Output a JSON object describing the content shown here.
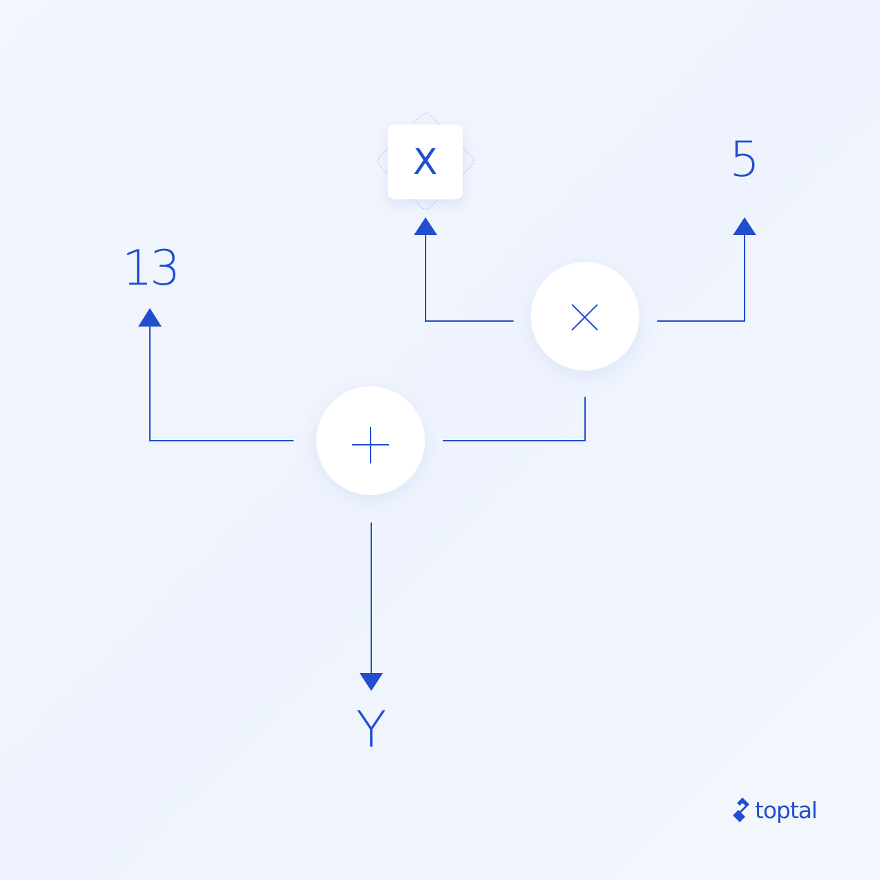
{
  "diagram": {
    "type": "expression-tree",
    "expression": "Y = 13 + (X × 5)",
    "colors": {
      "primary": "#204ecf",
      "node_fill": "#ffffff",
      "background": "#f1f5fd",
      "dashed_outline": "#b9c8ea"
    },
    "nodes": {
      "constant_13": {
        "label": "13"
      },
      "constant_5": {
        "label": "5"
      },
      "variable_x": {
        "label": "X"
      },
      "output_y": {
        "label": "Y"
      },
      "op_multiply": {
        "symbol": "multiply-icon"
      },
      "op_add": {
        "symbol": "plus-icon"
      }
    },
    "edges": [
      {
        "from": "op_multiply",
        "to": "variable_x"
      },
      {
        "from": "op_multiply",
        "to": "constant_5"
      },
      {
        "from": "op_add",
        "to": "constant_13"
      },
      {
        "from": "op_add",
        "to": "op_multiply"
      },
      {
        "from": "op_add",
        "to": "output_y"
      }
    ]
  },
  "brand": {
    "logo_text": "toptal",
    "logo_icon": "toptal-logo-icon"
  }
}
